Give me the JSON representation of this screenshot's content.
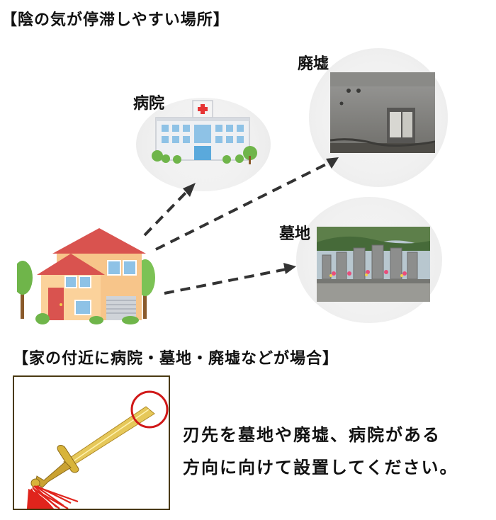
{
  "heading_top": "【陰の気が停滞しやすい場所】",
  "places": {
    "hospital": "病院",
    "ruins": "廃墟",
    "cemetery": "墓地"
  },
  "heading_bottom": "【家の付近に病院・墓地・廃墟などが場合】",
  "instruction": {
    "line1": "刃先を墓地や廃墟、病院がある",
    "line2": "方向に向けて設置してください。"
  },
  "colors": {
    "arrow": "#333333",
    "highlight_ring": "#d01818",
    "frame": "#4a3a12",
    "tassel": "#e0241c",
    "gold": "#d8b43a"
  }
}
